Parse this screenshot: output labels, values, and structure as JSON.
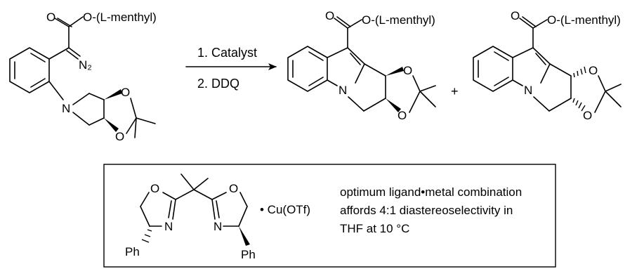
{
  "reaction": {
    "step1": "1.  Catalyst",
    "step2": "2. DDQ",
    "plus": "+"
  },
  "ester_group": "O-(L-menthyl)",
  "atoms": {
    "oxygen": "O",
    "nitrogen": "N",
    "diazo": "N₂",
    "phenyl": "Ph"
  },
  "catalyst_box": {
    "metal_salt": "• Cu(OTf)",
    "note_lines": [
      "optimum ligand•metal combination",
      "affords 4:1 diastereoselectivity in",
      "THF at 10 °C"
    ]
  }
}
